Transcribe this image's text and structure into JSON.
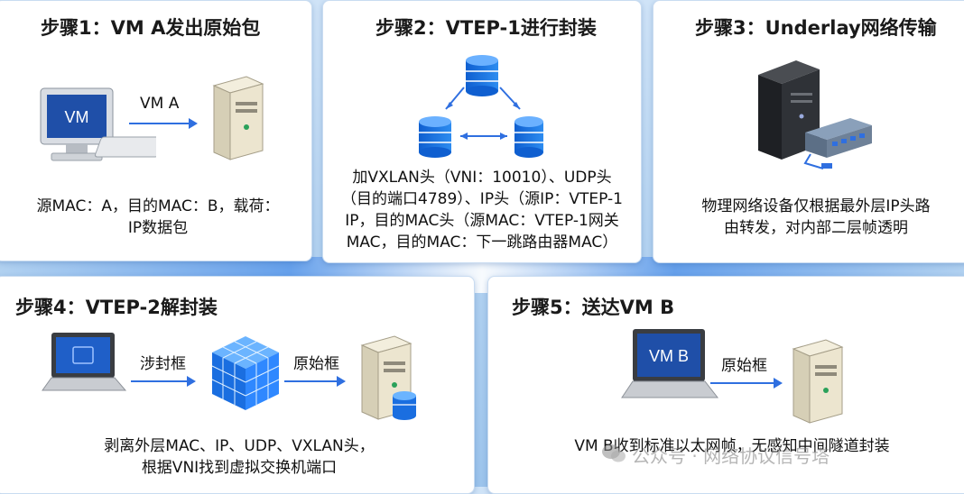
{
  "step1": {
    "title": "步骤1：VM A发出原始包",
    "label": "VM A",
    "vm_text": "VM",
    "desc_line1": "源MAC：A，目的MAC：B，载荷：",
    "desc_line2": "IP数据包"
  },
  "step2": {
    "title": "步骤2：VTEP-1进行封装",
    "desc_lines": [
      "加VXLAN头（VNI：10010）、UDP头",
      "（目的端口4789）、IP头（源IP：VTEP-1",
      "IP，目的MAC头（源MAC：VTEP-1网关",
      "MAC，目的MAC：下一跳路由器MAC）"
    ]
  },
  "step3": {
    "title": "步骤3：Underlay网络传输",
    "desc_line1": "物理网络设备仅根据最外层IP头路",
    "desc_line2": "由转发，对内部二层帧透明"
  },
  "step4": {
    "title": "步骤4：VTEP-2解封装",
    "label1": "涉封框",
    "label2": "原始框",
    "desc_line1": "剥离外层MAC、IP、UDP、VXLAN头，",
    "desc_line2": "根据VNI找到虚拟交换机端口"
  },
  "step5": {
    "title": "步骤5：送达VM B",
    "label": "原始框",
    "vm_text": "VM B",
    "desc": "VM B收到标准以太网帧，无感知中间隧道封装"
  },
  "watermark": "公众号 · 网络协议信号塔",
  "colors": {
    "accent": "#2f6fe0",
    "monitor": "#1f4fa8",
    "server": "#e9e2cc"
  }
}
